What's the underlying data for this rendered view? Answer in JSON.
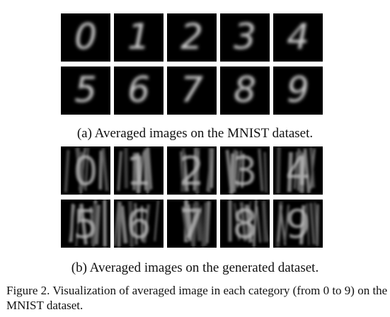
{
  "figure": {
    "subfigure_a": {
      "caption": "(a) Averaged images on the MNIST dataset.",
      "digits": [
        "0",
        "1",
        "2",
        "3",
        "4",
        "5",
        "6",
        "7",
        "8",
        "9"
      ]
    },
    "subfigure_b": {
      "caption": "(b) Averaged images on the generated dataset.",
      "digits": [
        "0",
        "1",
        "2",
        "3",
        "4",
        "5",
        "6",
        "7",
        "8",
        "9"
      ]
    },
    "caption": "Figure 2. Visualization of averaged image in each category (from 0 to 9) on the MNIST dataset."
  }
}
